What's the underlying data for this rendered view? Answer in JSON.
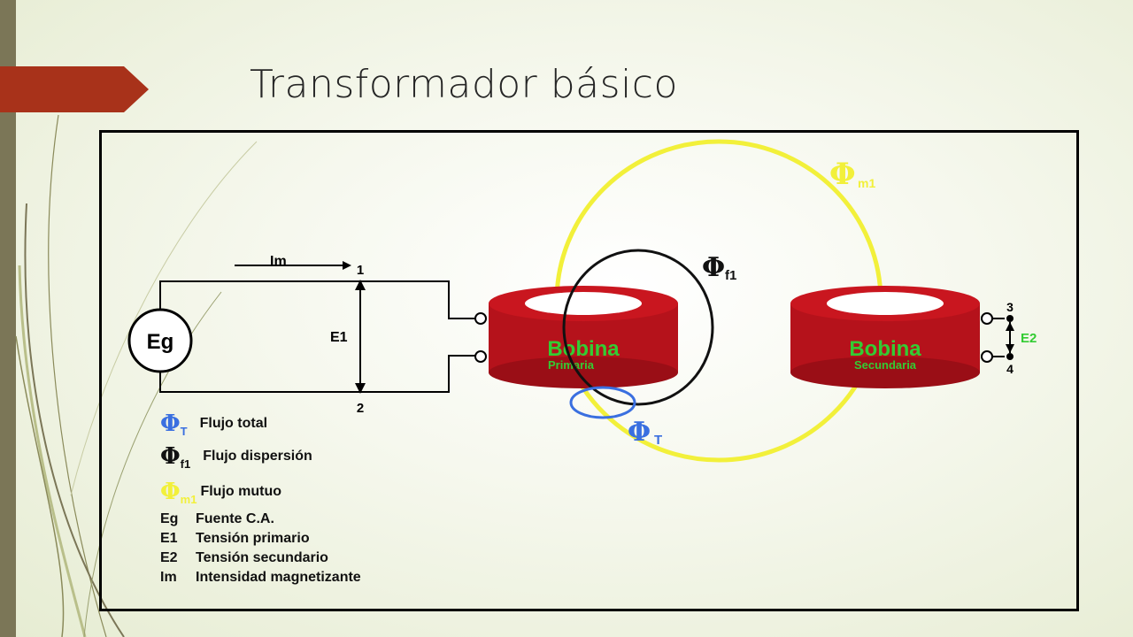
{
  "slide": {
    "title": "Transformador básico",
    "accent_color": "#a8321a",
    "bar_color": "#7b7657"
  },
  "diagram": {
    "current_label": "Im",
    "terminals": {
      "t1": "1",
      "t2": "2",
      "t3": "3",
      "t4": "4"
    },
    "source_label": "Eg",
    "primary_voltage": "E1",
    "secondary_voltage": "E2",
    "primary_coil": {
      "name": "Bobina",
      "sub": "Primaria"
    },
    "secondary_coil": {
      "name": "Bobina",
      "sub": "Secundaria"
    },
    "flux_total": {
      "symbol": "Φ",
      "sub": "T",
      "color": "#3a6fe0"
    },
    "flux_leakage": {
      "symbol": "Φ",
      "sub": "f1",
      "color": "#111111"
    },
    "flux_mutual": {
      "symbol": "Φ",
      "sub": "m1",
      "color": "#f2f03a"
    },
    "coil_color": "#b5121b",
    "coil_text_color": "#33cc33"
  },
  "legend": {
    "flux_total": "Flujo total",
    "flux_leakage": "Flujo dispersión",
    "flux_mutual": "Flujo mutuo",
    "items": [
      {
        "abbr": "Eg",
        "text": "Fuente C.A."
      },
      {
        "abbr": "E1",
        "text": "Tensión primario"
      },
      {
        "abbr": "E2",
        "text": "Tensión secundario"
      },
      {
        "abbr": "Im",
        "text": "Intensidad magnetizante"
      }
    ]
  }
}
